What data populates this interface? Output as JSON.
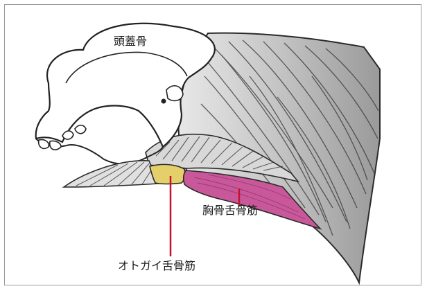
{
  "labels": {
    "skull": "頭蓋骨",
    "sternohyoid": "胸骨舌骨筋",
    "geniohyoid": "オトガイ舌骨筋"
  },
  "colors": {
    "sternohyoid_fill": "#c9589a",
    "geniohyoid_fill": "#e4cf6a",
    "leader_line": "#c8102e",
    "outline": "#2a2a2a",
    "muscle_shade": "#cfcfcf"
  }
}
